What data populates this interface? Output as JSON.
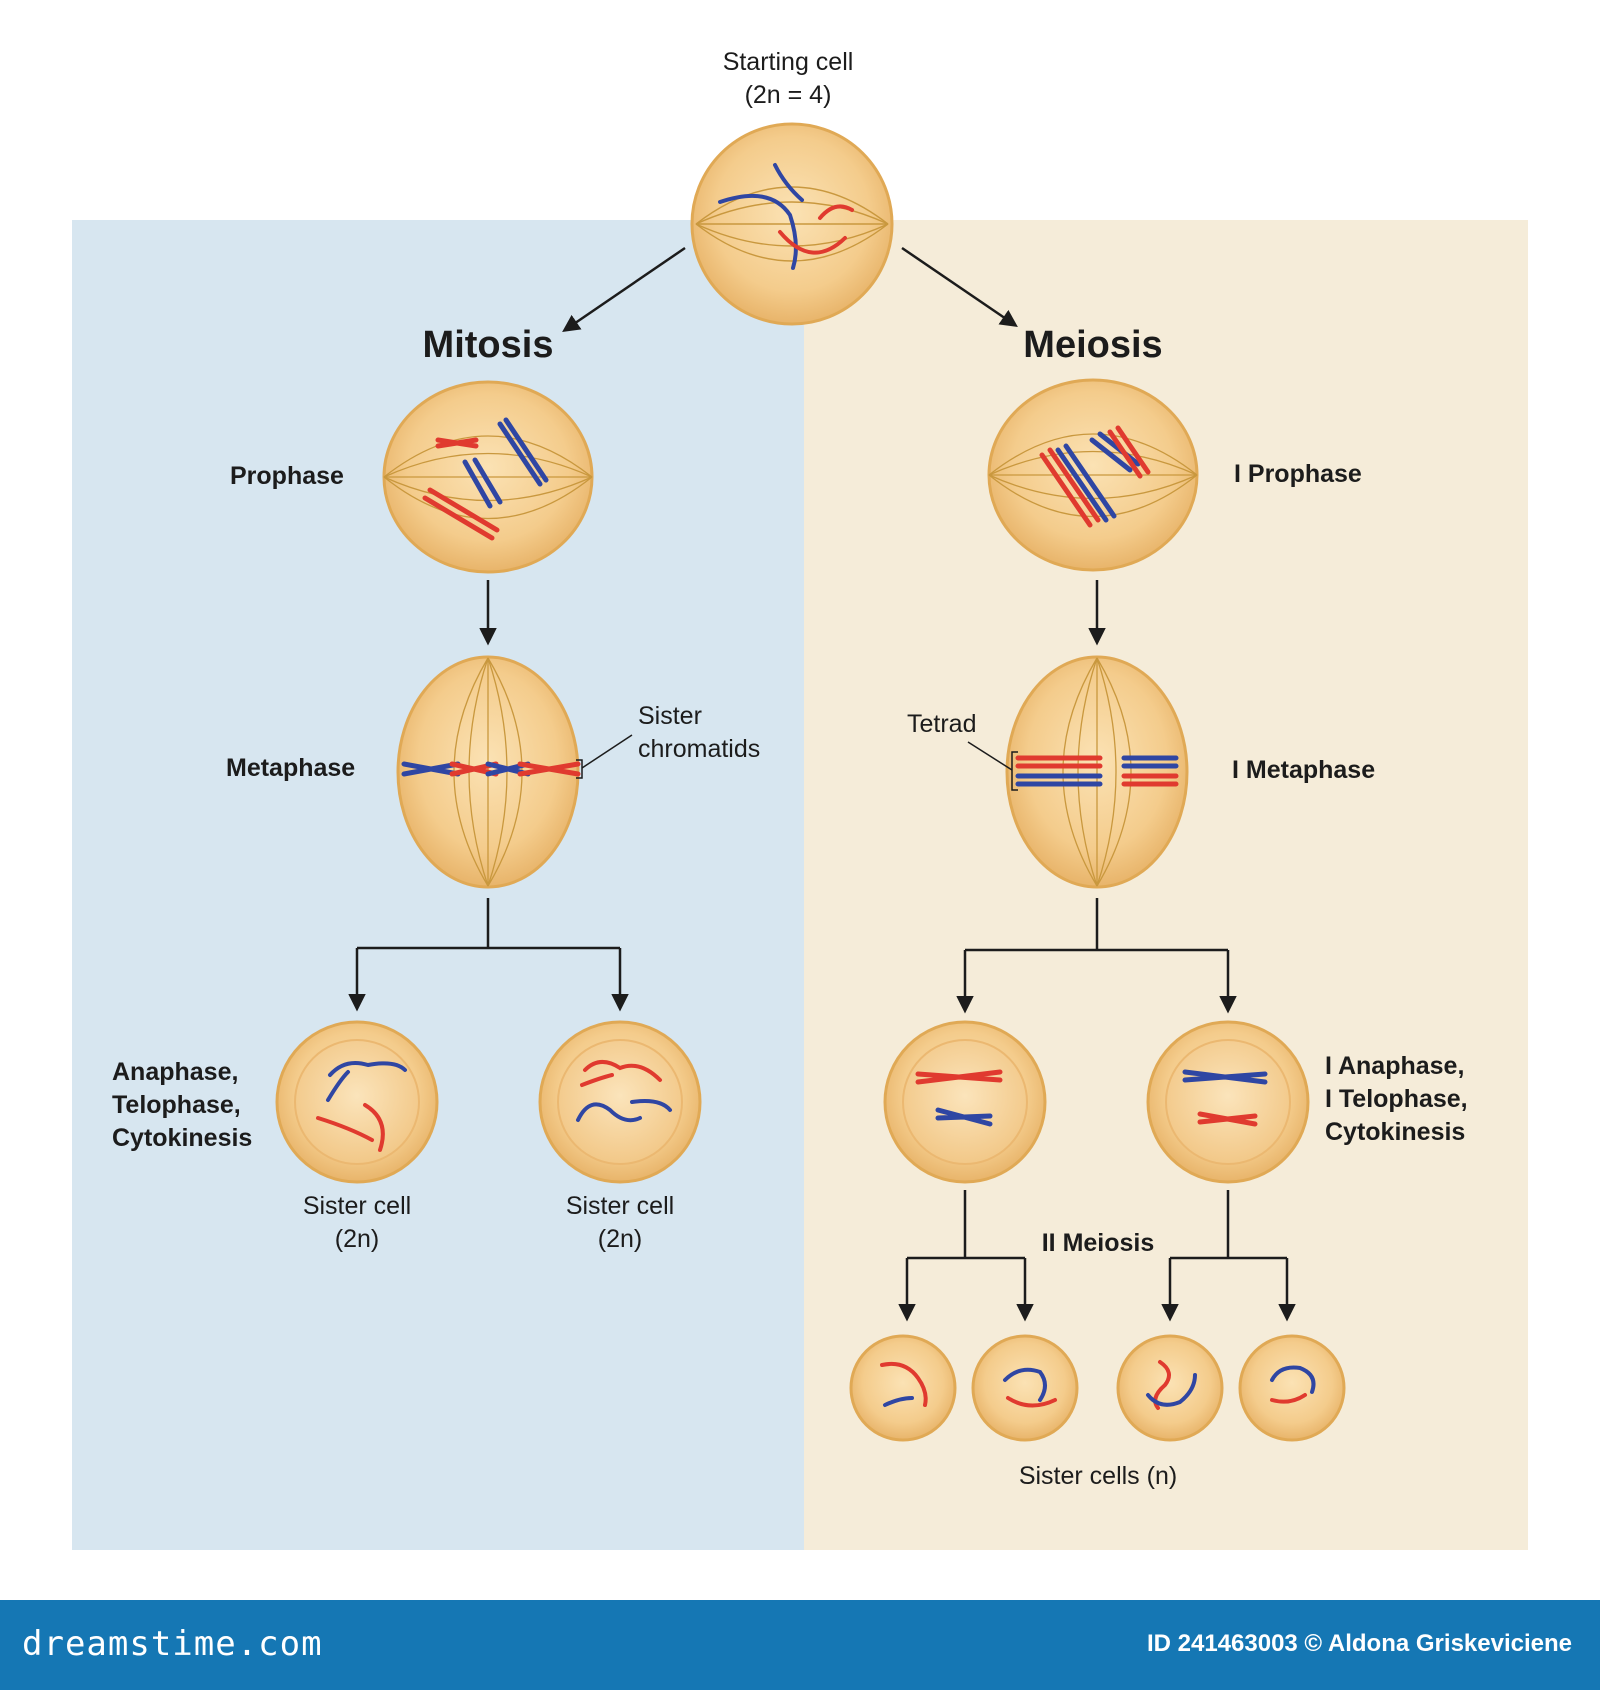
{
  "starting_cell": {
    "line1": "Starting cell",
    "line2": "(2n = 4)"
  },
  "mitosis": {
    "title": "Mitosis",
    "prophase": "Prophase",
    "metaphase": "Metaphase",
    "sister_chromatids": {
      "line1": "Sister",
      "line2": "chromatids"
    },
    "anaphase": {
      "line1": "Anaphase,",
      "line2": "Telophase,",
      "line3": "Cytokinesis"
    },
    "daughter_left": {
      "line1": "Sister cell",
      "line2": "(2n)"
    },
    "daughter_right": {
      "line1": "Sister cell",
      "line2": "(2n)"
    }
  },
  "meiosis": {
    "title": "Meiosis",
    "prophase": "I Prophase",
    "metaphase": "I Metaphase",
    "tetrad": "Tetrad",
    "anaphase": {
      "line1": "I Anaphase,",
      "line2": "I Telophase,",
      "line3": "Cytokinesis"
    },
    "meiosis_two": "II Meiosis",
    "sister_cells": "Sister cells (n)"
  },
  "footer": {
    "brand": "dreamstime.com",
    "credit": "ID 241463003 © Aldona Griskeviciene"
  },
  "colors": {
    "mitosis_panel": "#d7e6f0",
    "meiosis_panel": "#f5ecd9",
    "cell_fill": "#f3c882",
    "cell_edge": "#e0a955",
    "spindle": "#c9983e",
    "chromosome_red": "#e03a2f",
    "chromosome_blue": "#2f46a3",
    "footer_bar": "#1577b4"
  }
}
